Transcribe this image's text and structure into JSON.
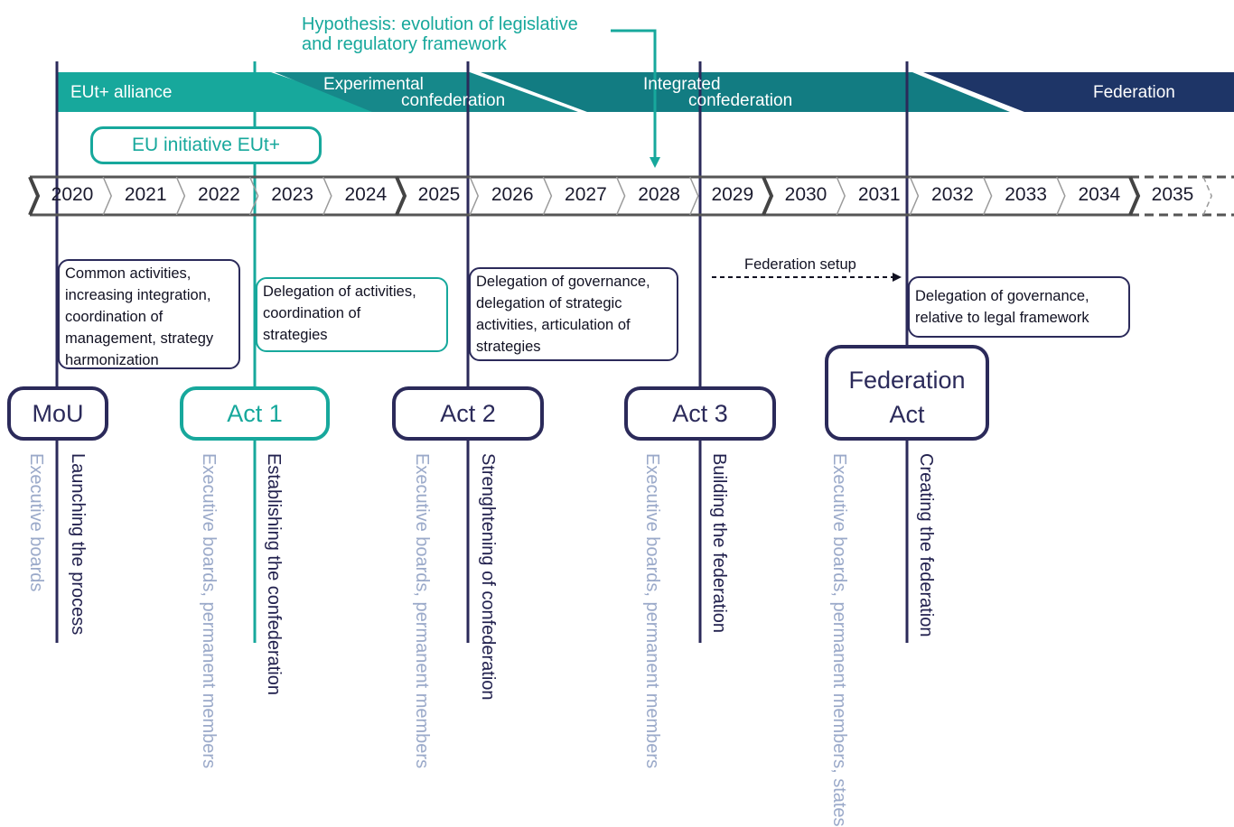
{
  "hypothesis": {
    "line1": "Hypothesis: evolution of legislative",
    "line2": "and regulatory framework"
  },
  "bands": {
    "alliance": "EUt+ alliance",
    "experimental_l1": "Experimental",
    "experimental_l2": "confederation",
    "integrated_l1": "Integrated",
    "integrated_l2": "confederation",
    "federation": "Federation"
  },
  "initiative": "EU initiative EUt+",
  "years": [
    "2020",
    "2021",
    "2022",
    "2023",
    "2024",
    "2025",
    "2026",
    "2027",
    "2028",
    "2029",
    "2030",
    "2031",
    "2032",
    "2033",
    "2034",
    "2035"
  ],
  "descriptions": {
    "d1": [
      "Common activities,",
      "increasing integration,",
      "coordination of",
      "management, strategy",
      "harmonization"
    ],
    "d2": [
      "Delegation of activities,",
      "coordination of",
      "strategies"
    ],
    "d3": [
      "Delegation of governance,",
      "delegation of strategic",
      "activities, articulation of",
      "strategies"
    ],
    "d4": [
      "Delegation of governance,",
      "relative to legal framework"
    ]
  },
  "federation_setup": "Federation setup",
  "acts": {
    "mou": "MoU",
    "act1": "Act 1",
    "act2": "Act 2",
    "act3": "Act 3",
    "fed_l1": "Federation",
    "fed_l2": "Act"
  },
  "actors": {
    "mou": [
      "Executive boards"
    ],
    "act1": [
      "Executive boards,",
      "permanent members"
    ],
    "act2": [
      "Executive boards,",
      "permanent members"
    ],
    "act3": [
      "Executive boards,",
      "permanent members"
    ],
    "fed": [
      "Executive boards,",
      "permanent members,",
      "states"
    ]
  },
  "purposes": {
    "mou": [
      "Launching",
      "the process"
    ],
    "act1": [
      "Establishing",
      "the confederation"
    ],
    "act2": [
      "Strenghtening",
      "of confederation"
    ],
    "act3": [
      "Building",
      "the federation"
    ],
    "fed": [
      "Creating",
      "the federation"
    ]
  },
  "colors": {
    "teal": "#17a89c",
    "teal_dark": "#127c82",
    "teal_mid": "#16888a",
    "navy": "#1e3567",
    "outline_navy": "#2b2a5a",
    "actor_grey": "#9aa9c9"
  }
}
